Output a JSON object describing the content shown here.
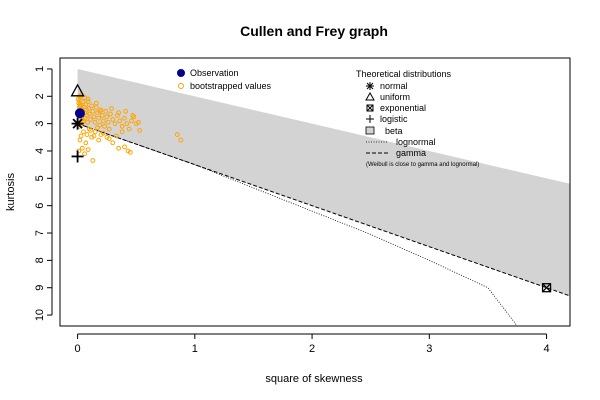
{
  "chart_data": {
    "type": "scatter",
    "title": "Cullen and Frey graph",
    "xlabel": "square of skewness",
    "ylabel": "kurtosis",
    "xlim": [
      -0.15,
      4.2
    ],
    "ylim": [
      10.4,
      0.6
    ],
    "x_ticks": [
      0,
      1,
      2,
      3,
      4
    ],
    "y_ticks": [
      1,
      2,
      3,
      4,
      5,
      6,
      7,
      8,
      9,
      10
    ],
    "grid": false,
    "colors": {
      "observation": "#00008b",
      "bootstrap": "#ffa500",
      "beta_region": "#d3d3d3"
    },
    "observation": {
      "x": 0.02,
      "y": 2.62
    },
    "bootstrap": [
      [
        0.005,
        2.1
      ],
      [
        0.01,
        2.25
      ],
      [
        0.015,
        2.4
      ],
      [
        0.02,
        2.55
      ],
      [
        0.008,
        2.7
      ],
      [
        0.012,
        2.85
      ],
      [
        0.025,
        2.3
      ],
      [
        0.03,
        2.6
      ],
      [
        0.035,
        2.45
      ],
      [
        0.04,
        2.75
      ],
      [
        0.045,
        2.2
      ],
      [
        0.05,
        2.9
      ],
      [
        0.018,
        2.15
      ],
      [
        0.022,
        2.35
      ],
      [
        0.028,
        2.5
      ],
      [
        0.032,
        2.65
      ],
      [
        0.038,
        2.8
      ],
      [
        0.042,
        2.95
      ],
      [
        0.006,
        3.0
      ],
      [
        0.014,
        3.1
      ],
      [
        0.026,
        3.05
      ],
      [
        0.055,
        2.4
      ],
      [
        0.06,
        2.6
      ],
      [
        0.065,
        2.8
      ],
      [
        0.07,
        2.3
      ],
      [
        0.075,
        2.5
      ],
      [
        0.08,
        2.7
      ],
      [
        0.085,
        2.95
      ],
      [
        0.09,
        2.2
      ],
      [
        0.095,
        2.45
      ],
      [
        0.1,
        2.65
      ],
      [
        0.11,
        2.85
      ],
      [
        0.12,
        2.35
      ],
      [
        0.13,
        2.55
      ],
      [
        0.14,
        2.75
      ],
      [
        0.15,
        2.95
      ],
      [
        0.16,
        2.4
      ],
      [
        0.17,
        2.6
      ],
      [
        0.18,
        2.8
      ],
      [
        0.19,
        3.05
      ],
      [
        0.2,
        2.5
      ],
      [
        0.21,
        2.7
      ],
      [
        0.22,
        2.9
      ],
      [
        0.23,
        3.1
      ],
      [
        0.24,
        2.55
      ],
      [
        0.25,
        2.75
      ],
      [
        0.26,
        2.95
      ],
      [
        0.27,
        3.2
      ],
      [
        0.28,
        2.65
      ],
      [
        0.3,
        2.85
      ],
      [
        0.32,
        3.0
      ],
      [
        0.34,
        2.7
      ],
      [
        0.36,
        2.9
      ],
      [
        0.38,
        3.1
      ],
      [
        0.4,
        2.8
      ],
      [
        0.42,
        3.0
      ],
      [
        0.44,
        3.2
      ],
      [
        0.46,
        2.9
      ],
      [
        0.48,
        2.75
      ],
      [
        0.5,
        3.0
      ],
      [
        0.52,
        2.95
      ],
      [
        0.53,
        3.25
      ],
      [
        0.05,
        3.3
      ],
      [
        0.08,
        3.4
      ],
      [
        0.1,
        3.2
      ],
      [
        0.12,
        3.5
      ],
      [
        0.15,
        3.3
      ],
      [
        0.18,
        3.6
      ],
      [
        0.2,
        3.4
      ],
      [
        0.25,
        3.5
      ],
      [
        0.3,
        3.7
      ],
      [
        0.35,
        3.9
      ],
      [
        0.4,
        3.85
      ],
      [
        0.43,
        4.0
      ],
      [
        0.45,
        4.05
      ],
      [
        0.02,
        3.6
      ],
      [
        0.04,
        3.9
      ],
      [
        0.06,
        4.1
      ],
      [
        0.03,
        3.45
      ],
      [
        0.07,
        3.7
      ],
      [
        0.09,
        3.95
      ],
      [
        0.11,
        3.25
      ],
      [
        0.14,
        3.45
      ],
      [
        0.17,
        3.15
      ],
      [
        0.22,
        3.35
      ],
      [
        0.27,
        3.55
      ],
      [
        0.33,
        3.45
      ],
      [
        0.38,
        3.3
      ],
      [
        0.13,
        4.35
      ],
      [
        0.01,
        4.0
      ],
      [
        0.85,
        3.4
      ],
      [
        0.88,
        3.6
      ],
      [
        0.16,
        2.25
      ],
      [
        0.19,
        2.55
      ],
      [
        0.29,
        2.45
      ],
      [
        0.35,
        2.6
      ],
      [
        0.41,
        2.55
      ],
      [
        0.47,
        2.7
      ],
      [
        0.02,
        2.0
      ],
      [
        0.03,
        1.95
      ],
      [
        0.06,
        2.05
      ],
      [
        0.09,
        2.1
      ]
    ],
    "reference_points": {
      "normal": {
        "x": 0,
        "y": 3.0
      },
      "uniform": {
        "x": 0,
        "y": 1.8
      },
      "exponential": {
        "x": 4,
        "y": 9.0
      },
      "logistic": {
        "x": 0,
        "y": 4.2
      }
    },
    "beta_region": {
      "x": [
        0,
        4.2
      ],
      "upper": [
        1,
        5.2
      ],
      "lower": [
        3,
        9.3
      ]
    },
    "gamma_line": {
      "x": [
        0,
        4.2
      ],
      "y": [
        3,
        9.3
      ]
    },
    "lognormal_line": {
      "x": [
        0,
        0.5,
        1,
        1.5,
        2,
        2.5,
        3,
        3.5,
        3.75
      ],
      "y": [
        3,
        3.75,
        4.5,
        5.35,
        6.2,
        7.05,
        8.0,
        9.0,
        10.4
      ]
    }
  },
  "legend": {
    "left": {
      "observation": "Observation",
      "bootstrap": "bootstrapped values"
    },
    "right": {
      "title": "Theoretical distributions",
      "normal": "normal",
      "uniform": "uniform",
      "exponential": "exponential",
      "logistic": "logistic",
      "beta": "beta",
      "lognormal": "lognormal",
      "gamma": "gamma",
      "note": "(Weibull is close to gamma and lognormal)"
    }
  }
}
